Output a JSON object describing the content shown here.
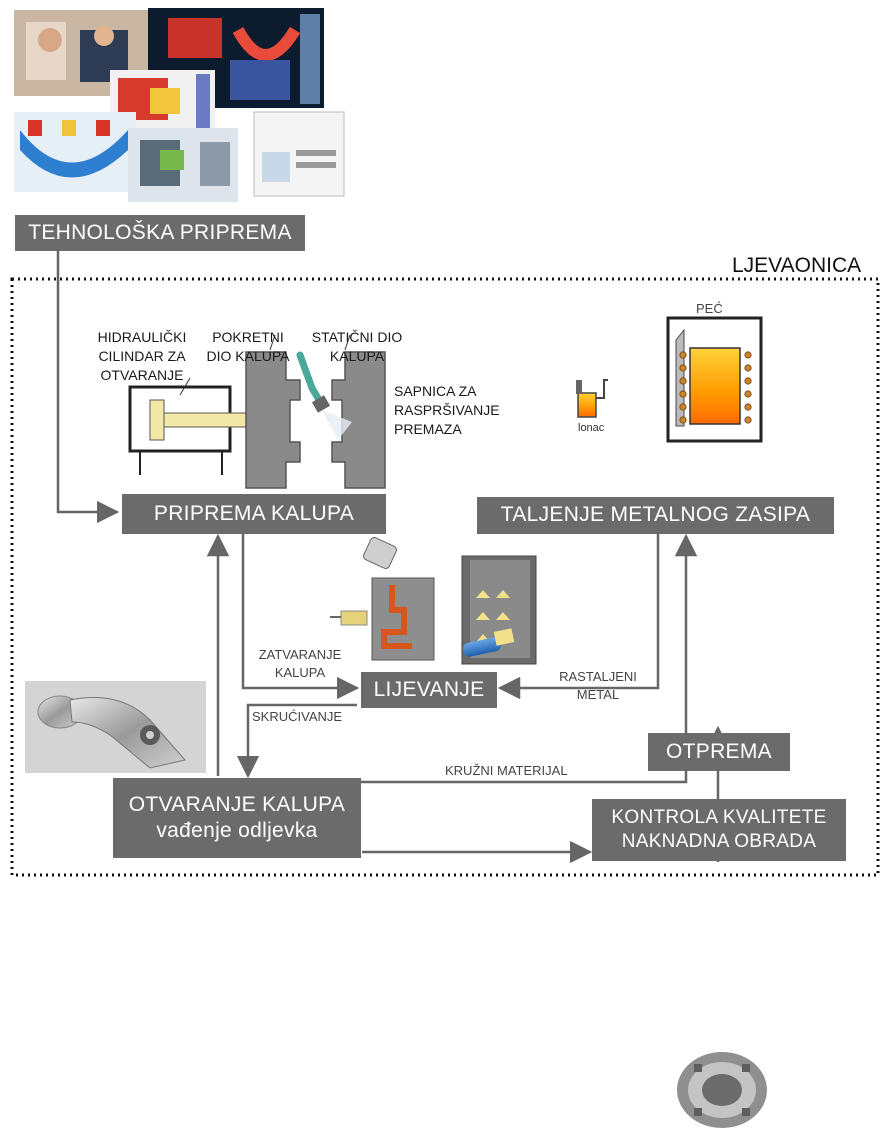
{
  "region_label": "LJEVAONICA",
  "boxes": {
    "tech_prep": "TEHNOLOŠKA PRIPREMA",
    "mold_prep": "PRIPREMA KALUPA",
    "melting": "TALJENJE METALNOG ZASIPA",
    "casting": "LIJEVANJE",
    "opening_line1": "OTVARANJE KALUPA",
    "opening_line2": "vađenje odljevka",
    "quality_line1": "KONTROLA KVALITETE",
    "quality_line2": "NAKNADNA OBRADA",
    "shipping": "OTPREMA"
  },
  "machine_labels": {
    "cylinder_line1": "HIDRAULIČKI",
    "cylinder_line2": "CILINDAR ZA",
    "cylinder_line3": "OTVARANJE",
    "moving_line1": "POKRETNI",
    "moving_line2": "DIO KALUPA",
    "static_line1": "STATIČNI DIO",
    "static_line2": "KALUPA",
    "nozzle_line1": "SAPNICA ZA",
    "nozzle_line2": "RASPRŠIVANJE",
    "nozzle_line3": "PREMAZA",
    "ladle": "lonac",
    "furnace": "PEĆ"
  },
  "flow_labels": {
    "closing_line1": "ZATVARANJE",
    "closing_line2": "KALUPA",
    "molten_line1": "RASTALJENI",
    "molten_line2": "METAL",
    "solidification": "SKRUĆIVANJE",
    "return_material": "KRUŽNI MATERIJAL"
  },
  "colors": {
    "box_fill": "#6b6b6b",
    "box_text": "#ffffff",
    "arrow": "#666666",
    "dotted_border": "#111111",
    "furnace_melt": "#ff9a00",
    "coil": "#c9822d"
  }
}
